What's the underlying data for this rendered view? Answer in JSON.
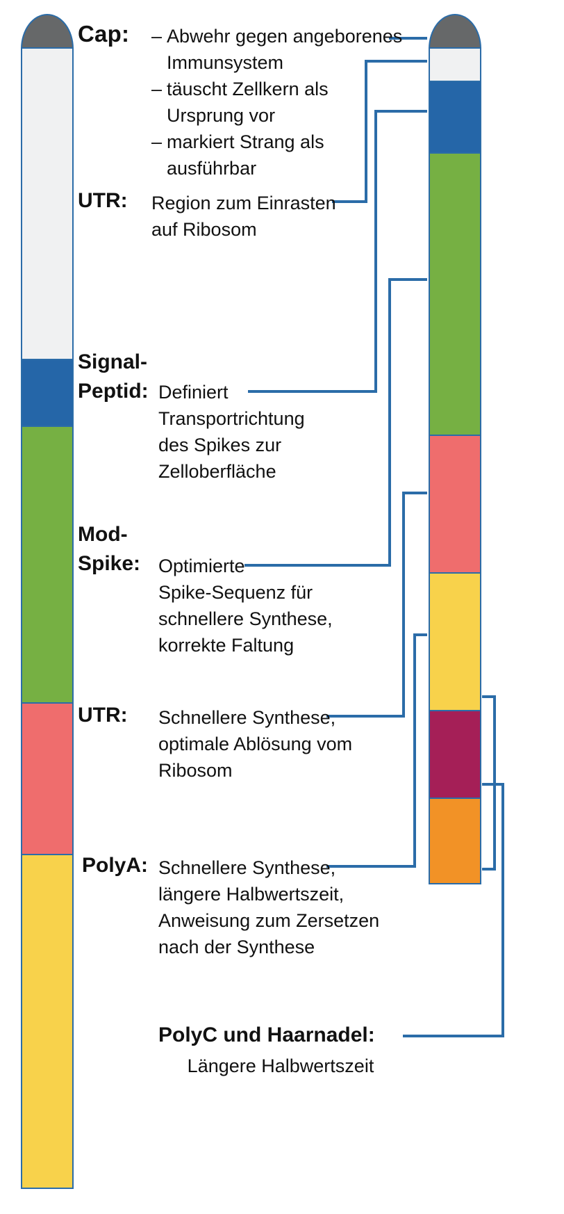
{
  "diagram": {
    "title": "mRNA-Impfstoff Aufbau",
    "accent_color": "#2b6ca8",
    "left_bar": {
      "name": "natuerliche-mRNA",
      "segments": [
        {
          "name": "cap",
          "color": "#666869",
          "label": "Cap"
        },
        {
          "name": "utr-5",
          "color": "#f0f1f2",
          "label": "UTR"
        },
        {
          "name": "signal-peptid",
          "color": "#2566a8",
          "label": "Signal-Peptid"
        },
        {
          "name": "spike",
          "color": "#76b043",
          "label": "Spike"
        },
        {
          "name": "utr-3",
          "color": "#ef6d6d",
          "label": "UTR"
        },
        {
          "name": "polya",
          "color": "#f8d24b",
          "label": "PolyA"
        }
      ]
    },
    "right_bar": {
      "name": "modifizierte-mRNA",
      "segments": [
        {
          "name": "cap",
          "color": "#666869",
          "label": "Cap"
        },
        {
          "name": "utr-5",
          "color": "#f0f1f2",
          "label": "UTR"
        },
        {
          "name": "signal-peptid",
          "color": "#2566a8",
          "label": "Signal-Peptid"
        },
        {
          "name": "mod-spike",
          "color": "#76b043",
          "label": "Mod-Spike"
        },
        {
          "name": "utr-3",
          "color": "#ef6d6d",
          "label": "UTR"
        },
        {
          "name": "polya",
          "color": "#f8d24b",
          "label": "PolyA"
        },
        {
          "name": "polyc",
          "color": "#a51f57",
          "label": "PolyC"
        },
        {
          "name": "haarnadel",
          "color": "#f29226",
          "label": "Haarnadel"
        }
      ],
      "brace_label": "PolyC und Haarnadel"
    },
    "annotations": [
      {
        "id": "cap",
        "label": "Cap:",
        "bullets": [
          [
            "Abwehr gegen angeborenes",
            "Immunsystem"
          ],
          [
            "täuscht Zellkern als",
            "Ursprung vor"
          ],
          [
            "markiert Strang als",
            "ausführbar"
          ]
        ],
        "bullet_dash": "–"
      },
      {
        "id": "utr-top",
        "label": "UTR:",
        "lines": [
          "Region zum Einrasten",
          "auf Ribosom"
        ]
      },
      {
        "id": "signal-peptid",
        "label_lines": [
          "Signal-",
          "Peptid:"
        ],
        "lines": [
          "Definiert",
          "Transportrichtung",
          "des Spikes zur",
          "Zelloberfläche"
        ]
      },
      {
        "id": "mod-spike",
        "label_lines": [
          "Mod-",
          "Spike:"
        ],
        "lines": [
          "Optimierte",
          "Spike-Sequenz für",
          "schnellere Synthese,",
          "korrekte Faltung"
        ]
      },
      {
        "id": "utr-bottom",
        "label": "UTR:",
        "lines": [
          "Schnellere Synthese,",
          "optimale Ablösung vom",
          "Ribosom"
        ]
      },
      {
        "id": "polya",
        "label": "PolyA:",
        "lines": [
          "Schnellere Synthese,",
          "längere Halbwertszeit,",
          "Anweisung zum Zersetzen",
          "nach der Synthese"
        ]
      },
      {
        "id": "polyc-haarnadel",
        "label": "PolyC und Haarnadel:",
        "lines": [
          "Längere Halbwertszeit"
        ]
      }
    ]
  }
}
